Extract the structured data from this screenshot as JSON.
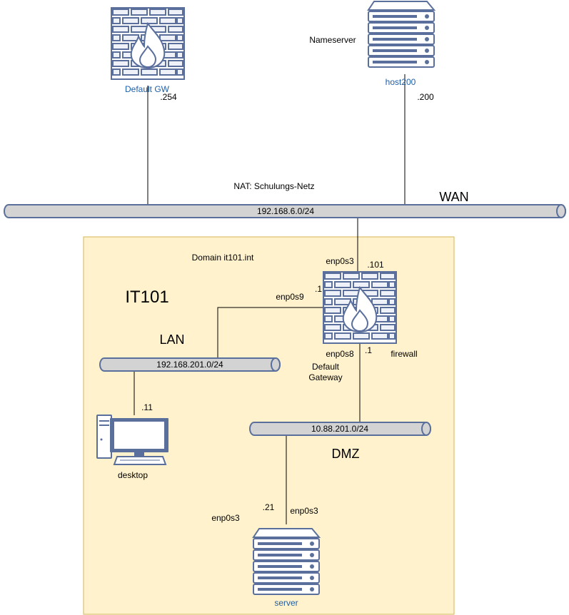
{
  "zone": {
    "title": "IT101",
    "domain": "Domain it101.int"
  },
  "wan": {
    "label": "WAN",
    "network": "192.168.6.0/24",
    "nat": "NAT: Schulungs-Netz"
  },
  "lan": {
    "label": "LAN",
    "network": "192.168.201.0/24"
  },
  "dmz": {
    "label": "DMZ",
    "network": "10.88.201.0/24"
  },
  "default_gw": {
    "name": "Default GW",
    "ip": ".254"
  },
  "nameserver": {
    "role": "Nameserver",
    "name": "host200",
    "ip": ".200"
  },
  "firewall": {
    "name": "firewall",
    "wan_if": "enp0s3",
    "wan_ip": ".101",
    "lan_if": "enp0s9",
    "lan_ip": ".1",
    "dmz_if": "enp0s8",
    "dmz_ip": ".1",
    "gateway_line1": "Default",
    "gateway_line2": "Gateway"
  },
  "desktop": {
    "name": "desktop",
    "ip": ".11"
  },
  "server": {
    "name": "server",
    "ip": ".21",
    "if_left": "enp0s3",
    "if_right": "enp0s3"
  },
  "colors": {
    "icon_blue": "#5a6f9c",
    "link_blue": "#1f5ea8",
    "zone_fill": "#fff2cc",
    "zone_border": "#d6b656",
    "pipe_fill": "#d3d3d3"
  }
}
